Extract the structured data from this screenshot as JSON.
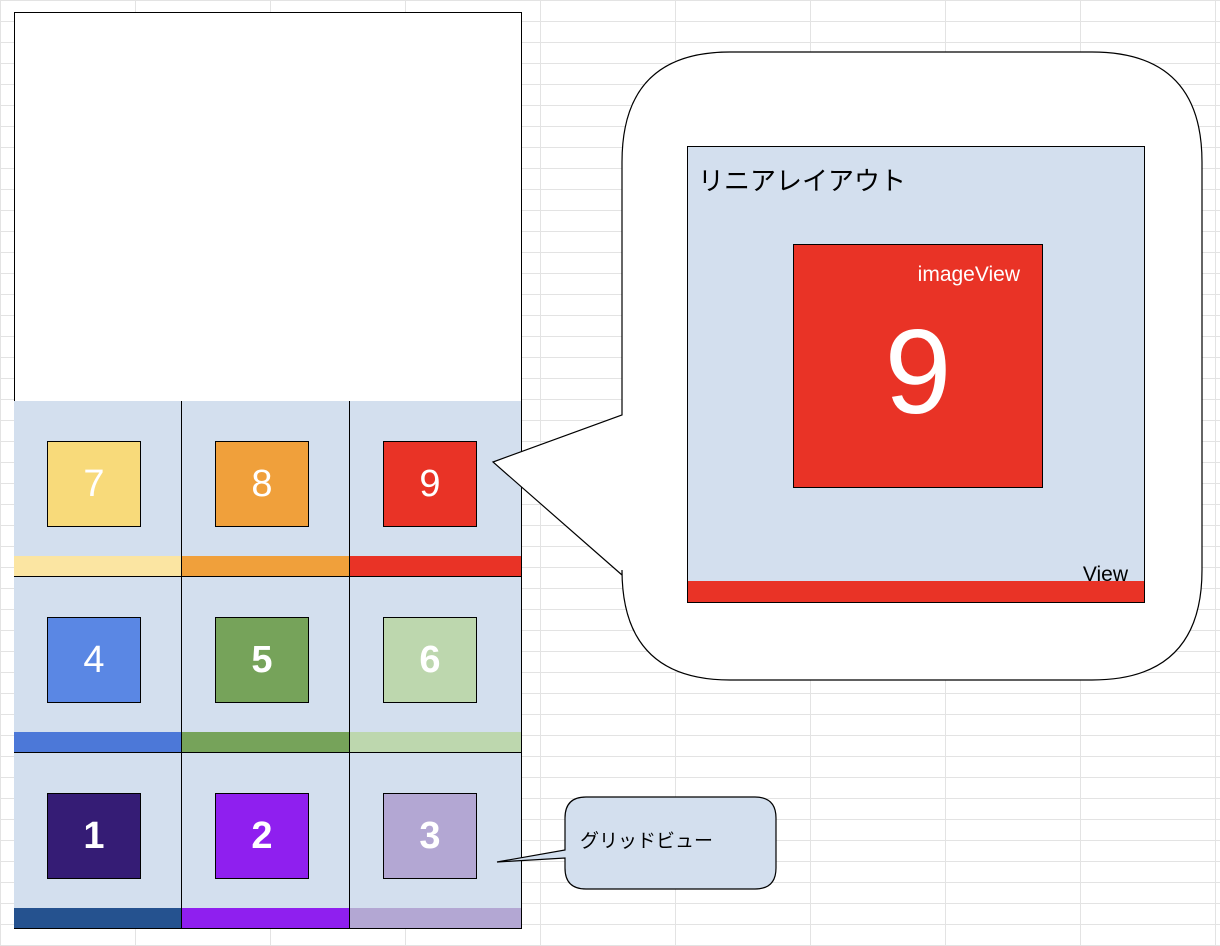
{
  "colors": {
    "cell_bg": "#d3dfee",
    "outline": "#000000"
  },
  "grid": {
    "cells": [
      {
        "number": "7",
        "tile_color": "#f8da7a",
        "bar_color": "#fbe5a2",
        "bold": false
      },
      {
        "number": "8",
        "tile_color": "#f0a03b",
        "bar_color": "#f0a03b",
        "bold": false
      },
      {
        "number": "9",
        "tile_color": "#e93326",
        "bar_color": "#e93326",
        "bold": false
      },
      {
        "number": "4",
        "tile_color": "#5a87e4",
        "bar_color": "#4c78d8",
        "bold": false
      },
      {
        "number": "5",
        "tile_color": "#76a35a",
        "bar_color": "#76a35a",
        "bold": true
      },
      {
        "number": "6",
        "tile_color": "#bdd7ae",
        "bar_color": "#bdd7ae",
        "bold": true
      },
      {
        "number": "1",
        "tile_color": "#351c75",
        "bar_color": "#25528f",
        "bold": true
      },
      {
        "number": "2",
        "tile_color": "#8f1fef",
        "bar_color": "#8f1fef",
        "bold": true
      },
      {
        "number": "3",
        "tile_color": "#b3a7d3",
        "bar_color": "#b3a7d3",
        "bold": true
      }
    ]
  },
  "detail": {
    "title": "リニアレイアウト",
    "image_label": "imageView",
    "number": "9",
    "view_label": "View",
    "image_color": "#e93326",
    "bar_color": "#e93326"
  },
  "grid_callout": {
    "label": "グリッドビュー"
  }
}
